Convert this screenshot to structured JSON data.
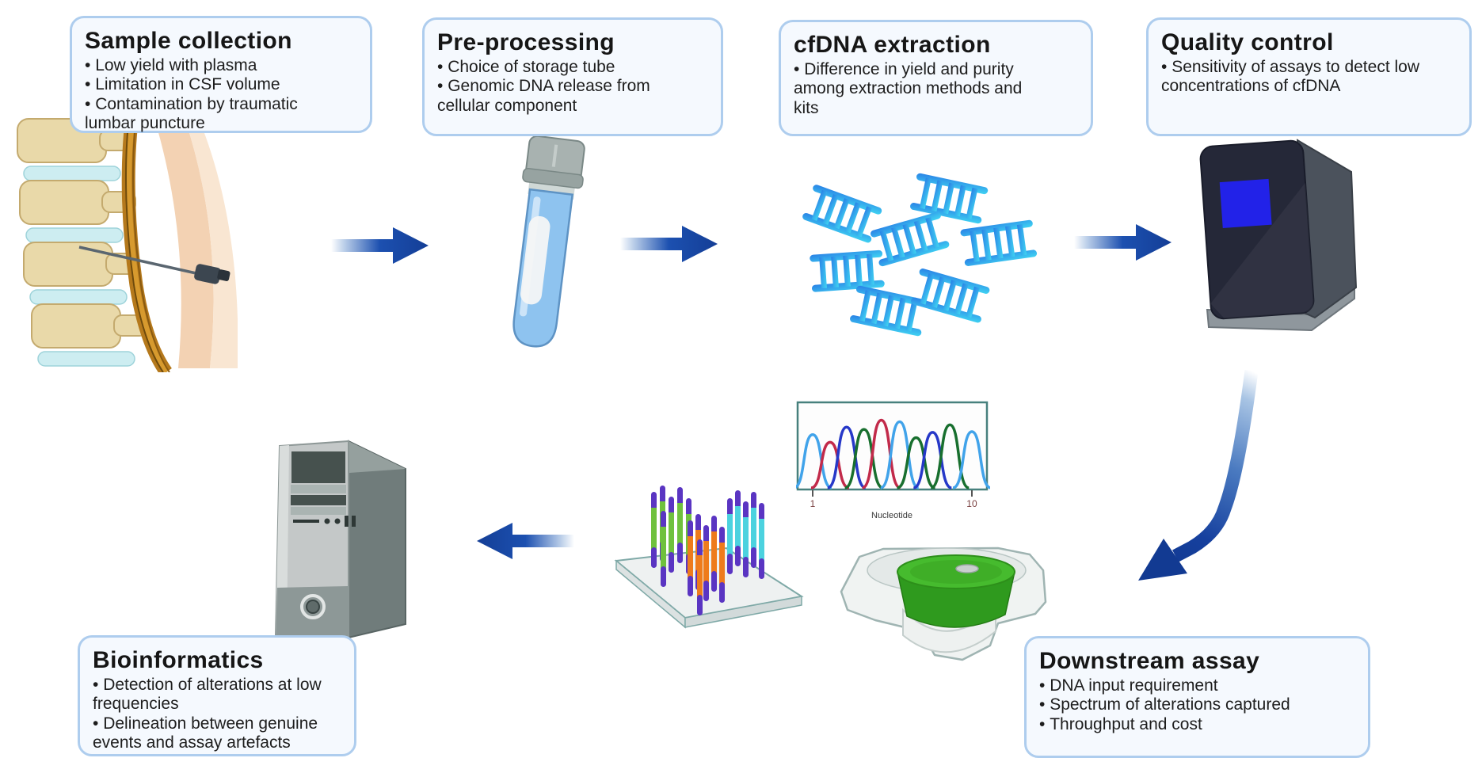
{
  "steps": {
    "sample_collection": {
      "title": "Sample collection",
      "bullets": [
        "Low yield with plasma",
        "Limitation in CSF volume",
        "Contamination by traumatic lumbar puncture"
      ]
    },
    "pre_processing": {
      "title": "Pre-processing",
      "bullets": [
        "Choice of storage tube",
        "Genomic DNA release from cellular component"
      ]
    },
    "cfdna_extraction": {
      "title": "cfDNA extraction",
      "bullets": [
        "Difference in yield and purity among extraction methods and kits"
      ]
    },
    "quality_control": {
      "title": "Quality control",
      "bullets": [
        "Sensitivity of assays to detect low concentrations of cfDNA"
      ]
    },
    "downstream_assay": {
      "title": "Downstream assay",
      "bullets": [
        "DNA input requirement",
        "Spectrum of alterations captured",
        "Throughput and cost"
      ]
    },
    "bioinformatics": {
      "title": "Bioinformatics",
      "bullets": [
        "Detection of alterations at low frequencies",
        "Delineation between genuine events and assay artefacts"
      ]
    }
  },
  "chromatogram": {
    "type": "line",
    "xlabel": "Nucleotide",
    "x_ticks": [
      "1",
      "10"
    ],
    "palette": {
      "lb": "#41a3ea",
      "rd": "#c22a4a",
      "db": "#2638c8",
      "gr": "#186f2e"
    },
    "peaks": [
      {
        "x": 0.065,
        "h": 0.7,
        "c": "lb"
      },
      {
        "x": 0.16,
        "h": 0.6,
        "c": "rd"
      },
      {
        "x": 0.25,
        "h": 0.8,
        "c": "db"
      },
      {
        "x": 0.345,
        "h": 0.77,
        "c": "gr"
      },
      {
        "x": 0.44,
        "h": 0.89,
        "c": "rd"
      },
      {
        "x": 0.54,
        "h": 0.87,
        "c": "lb"
      },
      {
        "x": 0.63,
        "h": 0.66,
        "c": "gr"
      },
      {
        "x": 0.72,
        "h": 0.73,
        "c": "db"
      },
      {
        "x": 0.815,
        "h": 0.83,
        "c": "gr"
      },
      {
        "x": 0.935,
        "h": 0.74,
        "c": "lb"
      }
    ]
  },
  "icons": {
    "lumbar_puncture": "spine-with-needle-illustration",
    "storage_tube": "collection-tube-illustration",
    "cfdna_fragments": "dna-fragments-illustration",
    "fluorometer": "qc-instrument-illustration",
    "flow_cell": "flow-cell-clusters-illustration",
    "chromatogram": "sequencing-trace-plot",
    "sequencer": "sequencer-illustration",
    "computer": "computer-tower-illustration"
  },
  "colors": {
    "arrow_blue": "#1b4fae",
    "arrow_blue_dark": "#143e96",
    "box_border": "#aecdee",
    "box_background": "#f5f9fe",
    "dna_blue": "#2a82e6",
    "dna_cyan": "#40d4f2",
    "sequencer_green": "#46bb2e",
    "screen_blue": "#2222e8",
    "cluster_green": "#6fc13d",
    "cluster_orange": "#ee7b1c",
    "cluster_cyan": "#4cd2df",
    "strand_purple": "#5a35c2"
  }
}
